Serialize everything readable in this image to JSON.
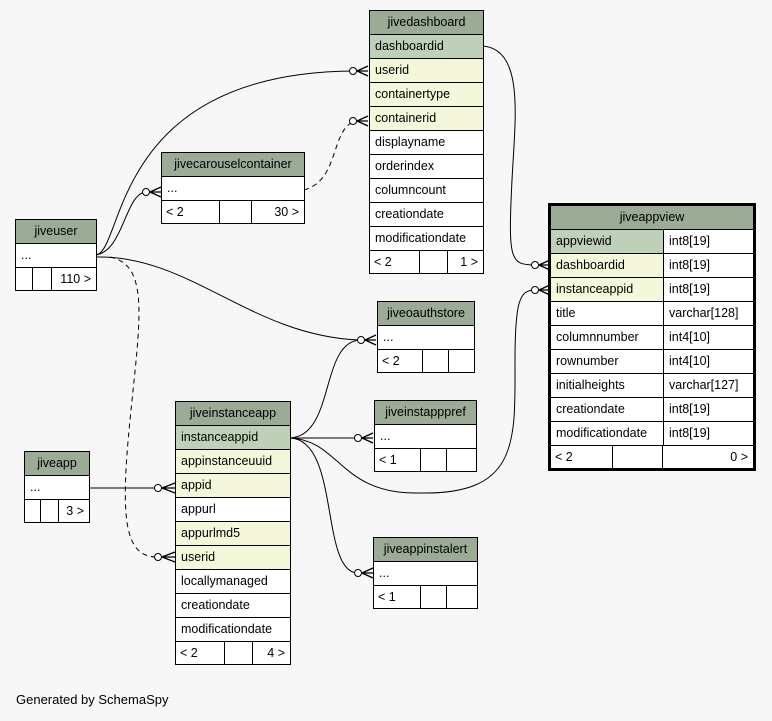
{
  "footer": "Generated by SchemaSpy",
  "tables": {
    "jivedashboard": {
      "name": "jivedashboard",
      "columns": [
        {
          "name": "dashboardid",
          "kind": "pk"
        },
        {
          "name": "userid",
          "kind": "fk"
        },
        {
          "name": "containertype",
          "kind": "fk"
        },
        {
          "name": "containerid",
          "kind": "fk"
        },
        {
          "name": "displayname",
          "kind": "plain"
        },
        {
          "name": "orderindex",
          "kind": "plain"
        },
        {
          "name": "columncount",
          "kind": "plain"
        },
        {
          "name": "creationdate",
          "kind": "plain"
        },
        {
          "name": "modificationdate",
          "kind": "plain"
        }
      ],
      "footer": {
        "parents": "< 2",
        "children": "1 >"
      }
    },
    "jivecarouselcontainer": {
      "name": "jivecarouselcontainer",
      "columns": [
        {
          "name": "...",
          "kind": "plain"
        }
      ],
      "footer": {
        "parents": "< 2",
        "children": "30 >"
      }
    },
    "jiveuser": {
      "name": "jiveuser",
      "columns": [
        {
          "name": "...",
          "kind": "plain"
        }
      ],
      "footer": {
        "parents": "",
        "children": "110 >"
      }
    },
    "jiveappview": {
      "name": "jiveappview",
      "columns": [
        {
          "name": "appviewid",
          "type": "int8[19]",
          "kind": "pk"
        },
        {
          "name": "dashboardid",
          "type": "int8[19]",
          "kind": "fk"
        },
        {
          "name": "instanceappid",
          "type": "int8[19]",
          "kind": "fk"
        },
        {
          "name": "title",
          "type": "varchar[128]",
          "kind": "plain"
        },
        {
          "name": "columnnumber",
          "type": "int4[10]",
          "kind": "plain"
        },
        {
          "name": "rownumber",
          "type": "int4[10]",
          "kind": "plain"
        },
        {
          "name": "initialheights",
          "type": "varchar[127]",
          "kind": "plain"
        },
        {
          "name": "creationdate",
          "type": "int8[19]",
          "kind": "plain"
        },
        {
          "name": "modificationdate",
          "type": "int8[19]",
          "kind": "plain"
        }
      ],
      "footer": {
        "parents": "< 2",
        "children": "0 >"
      }
    },
    "jiveoauthstore": {
      "name": "jiveoauthstore",
      "columns": [
        {
          "name": "...",
          "kind": "plain"
        }
      ],
      "footer": {
        "parents": "< 2",
        "children": ""
      }
    },
    "jiveinstappprefs": {
      "name": "jiveinstapppref",
      "columns": [
        {
          "name": "...",
          "kind": "plain"
        }
      ],
      "footer": {
        "parents": "< 1",
        "children": ""
      }
    },
    "jiveinstanceapp": {
      "name": "jiveinstanceapp",
      "columns": [
        {
          "name": "instanceappid",
          "kind": "pk"
        },
        {
          "name": "appinstanceuuid",
          "kind": "fk"
        },
        {
          "name": "appid",
          "kind": "fk"
        },
        {
          "name": "appurl",
          "kind": "plain"
        },
        {
          "name": "appurlmd5",
          "kind": "fk"
        },
        {
          "name": "userid",
          "kind": "fk"
        },
        {
          "name": "locallymanaged",
          "kind": "plain"
        },
        {
          "name": "creationdate",
          "kind": "plain"
        },
        {
          "name": "modificationdate",
          "kind": "plain"
        }
      ],
      "footer": {
        "parents": "< 2",
        "children": "4 >"
      }
    },
    "jiveapp": {
      "name": "jiveapp",
      "columns": [
        {
          "name": "...",
          "kind": "plain"
        }
      ],
      "footer": {
        "parents": "",
        "children": "3 >"
      }
    },
    "jiveappinstalert": {
      "name": "jiveappinstalert",
      "columns": [
        {
          "name": "...",
          "kind": "plain"
        }
      ],
      "footer": {
        "parents": "< 1",
        "children": ""
      }
    }
  }
}
